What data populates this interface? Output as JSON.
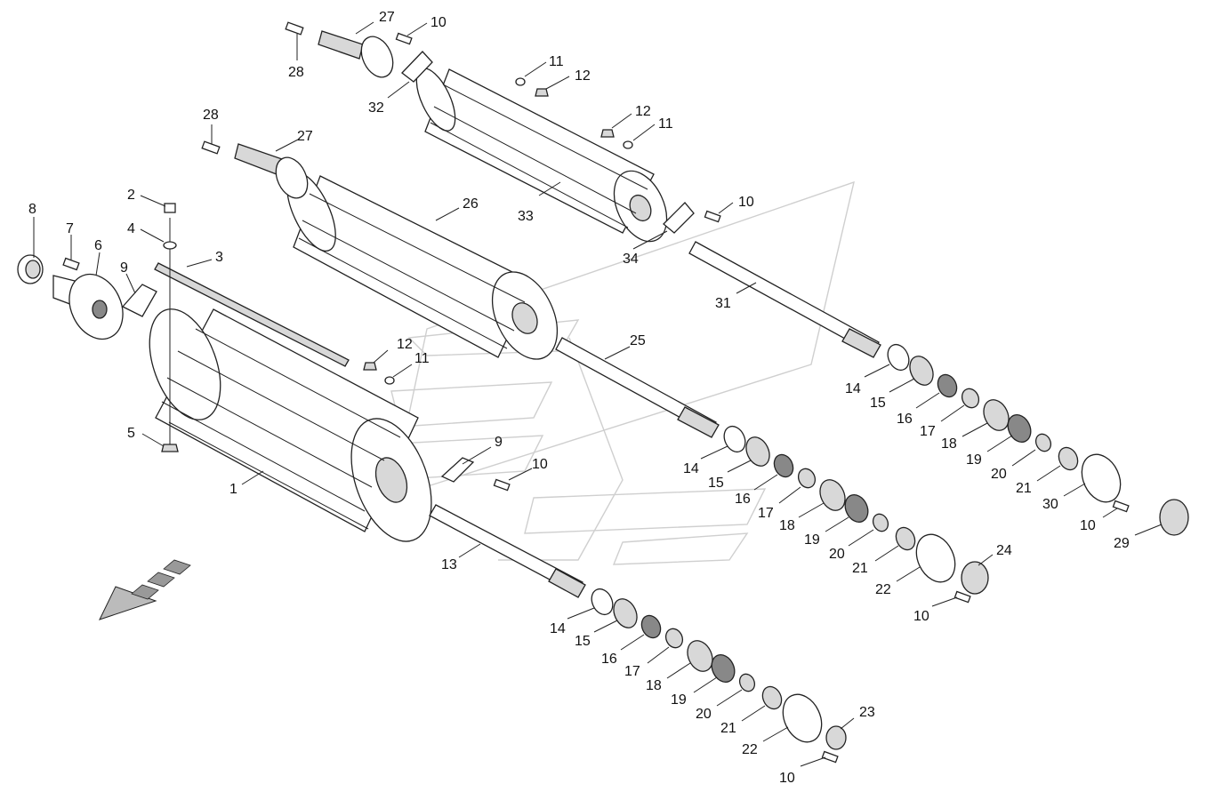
{
  "labels": {
    "l1": "1",
    "l2": "2",
    "l3": "3",
    "l4": "4",
    "l5": "5",
    "l6": "6",
    "l7": "7",
    "l8": "8",
    "l9a": "9",
    "l9b": "9",
    "l10a": "10",
    "l10b": "10",
    "l10c": "10",
    "l10d": "10",
    "l10e": "10",
    "l10f": "10",
    "l11a": "11",
    "l11b": "11",
    "l11c": "11",
    "l12a": "12",
    "l12b": "12",
    "l12c": "12",
    "l13": "13",
    "l14a": "14",
    "l14b": "14",
    "l14c": "14",
    "l15a": "15",
    "l15b": "15",
    "l15c": "15",
    "l16a": "16",
    "l16b": "16",
    "l16c": "16",
    "l17a": "17",
    "l17b": "17",
    "l17c": "17",
    "l18a": "18",
    "l18b": "18",
    "l18c": "18",
    "l19a": "19",
    "l19b": "19",
    "l19c": "19",
    "l20a": "20",
    "l20b": "20",
    "l20c": "20",
    "l21a": "21",
    "l21b": "21",
    "l21c": "21",
    "l22a": "22",
    "l22b": "22",
    "l23": "23",
    "l24": "24",
    "l25": "25",
    "l26": "26",
    "l27a": "27",
    "l27b": "27",
    "l28a": "28",
    "l28b": "28",
    "l29": "29",
    "l30": "30",
    "l31": "31",
    "l32": "32",
    "l33": "33",
    "l34": "34"
  },
  "colors": {
    "line": "#222222",
    "watermark": "#cfcfcf",
    "shade": "#d8d8d8"
  }
}
